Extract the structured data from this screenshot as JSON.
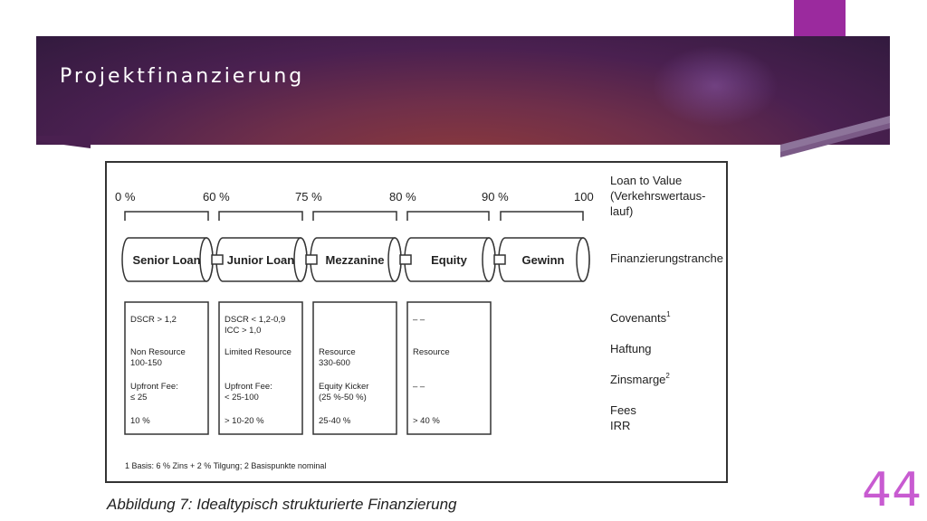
{
  "slide": {
    "title": "Projektfinanzierung",
    "page_number": "44",
    "caption": "Abbildung 7: Idealtypisch strukturierte Finanzierung",
    "colors": {
      "banner_dark": "#321a3e",
      "banner_red": "#8e3a3a",
      "accent_magenta": "#9b2a9e",
      "page_number": "#c85bd1"
    }
  },
  "diagram": {
    "percent_labels": [
      "0 %",
      "60 %",
      "75 %",
      "80 %",
      "90 %",
      "100"
    ],
    "tranches": [
      "Senior Loan",
      "Junior Loan",
      "Mezzanine",
      "Equity",
      "Gewinn"
    ],
    "boxes": [
      {
        "lines": [
          "DSCR > 1,2",
          "",
          "",
          "Non Resource",
          "100-150",
          "",
          "Upfront Fee:",
          "≤ 25",
          "",
          "10 %"
        ]
      },
      {
        "lines": [
          "DSCR < 1,2-0,9",
          "ICC > 1,0",
          "",
          "Limited Resource",
          "",
          "",
          "Upfront Fee:",
          "< 25-100",
          "",
          "> 10-20 %"
        ]
      },
      {
        "lines": [
          "",
          "",
          "",
          "Resource",
          "330-600",
          "",
          "Equity Kicker",
          "(25 %-50 %)",
          "",
          "25-40 %"
        ]
      },
      {
        "lines": [
          "– –",
          "",
          "",
          "Resource",
          "",
          "",
          "– –",
          "",
          "",
          "> 40 %"
        ]
      }
    ],
    "right_labels": {
      "ltv": [
        "Loan to Value",
        "(Verkehrswertaus-",
        "lauf)"
      ],
      "tranche": "Finanzierungstranche",
      "covenants": "Covenants",
      "covenants_sup": "1",
      "haftung": "Haftung",
      "zinsmarge": "Zinsmarge",
      "zinsmarge_sup": "2",
      "fees": "Fees",
      "irr": "IRR"
    },
    "footnote": "1 Basis: 6 % Zins + 2 % Tilgung; 2 Basispunkte nominal"
  }
}
